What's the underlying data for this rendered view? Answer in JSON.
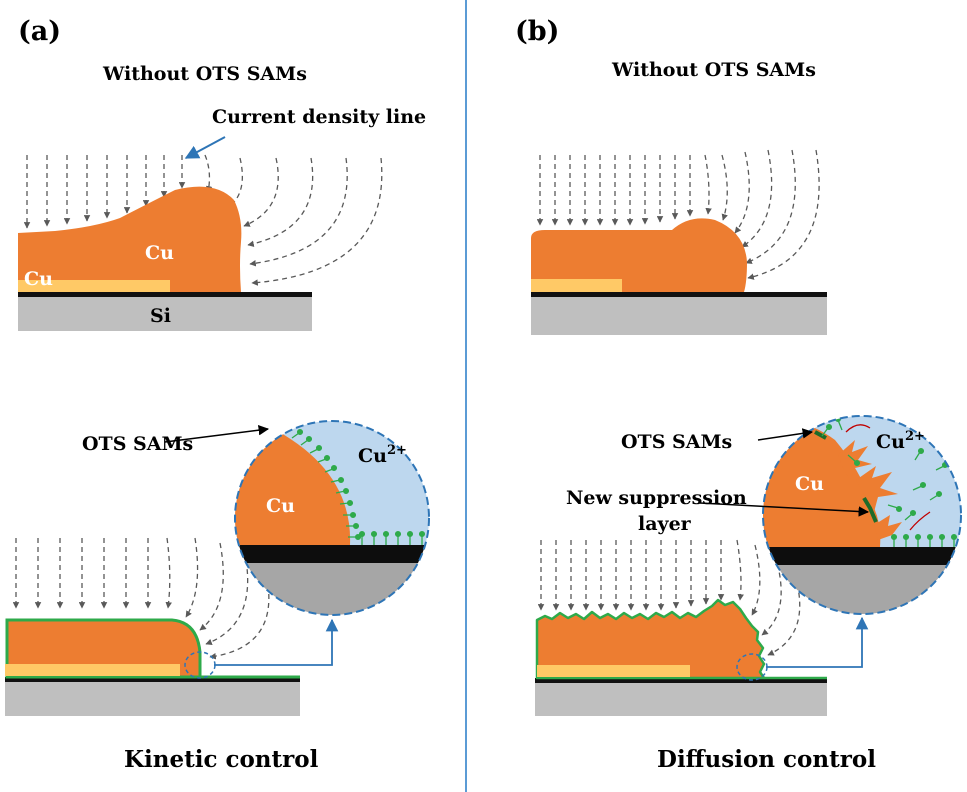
{
  "panel_a": {
    "label": "(a)",
    "heading": "Without OTS SAMs",
    "annotation": "Current density line",
    "cu_bump": "Cu",
    "cu_pad": "Cu",
    "substrate": "Si",
    "ots_label": "OTS SAMs",
    "zoom_cu": "Cu",
    "ion_base": "Cu",
    "ion_sup": "2+",
    "caption": "Kinetic control"
  },
  "panel_b": {
    "label": "(b)",
    "heading": "Without OTS SAMs",
    "ots_label": "OTS SAMs",
    "zoom_cu": "Cu",
    "ion_base": "Cu",
    "ion_sup": "2+",
    "suppression_line1": "New suppression",
    "suppression_line2": "layer",
    "caption": "Diffusion control"
  },
  "colors": {
    "copper": "#ED7D31",
    "pad": "#FFC966",
    "silicon": "#BFBFBF",
    "electrolyte": "#BDD7EE",
    "sam": "#2EAA4A",
    "divider": "#5B9BD5",
    "arrow_blue": "#2E75B6",
    "field_line": "#595959"
  }
}
